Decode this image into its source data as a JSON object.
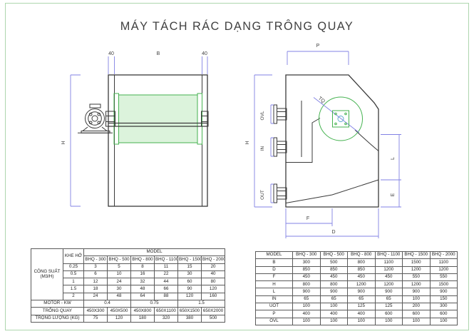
{
  "title": "MÁY TÁCH RÁC DẠNG TRÔNG QUAY",
  "colors": {
    "dimension_blue": "#8282e4",
    "drawing_line": "#3a3a3a",
    "drum_green": "#44b24f",
    "mesh_fill": "#dcf3dc",
    "page_border_green": "#aed6ae"
  },
  "front_view": {
    "dim_left_margin": "40",
    "dim_drum_width": "B",
    "dim_right_margin": "40",
    "dim_height": "H"
  },
  "side_view": {
    "dim_width_top": "P",
    "dim_height": "H",
    "dim_upper_right": "L",
    "dim_lower_right": "E",
    "dim_bottom_front": "F",
    "dim_bottom_total": "D",
    "pipe_overflow": "OVL",
    "pipe_inlet": "IN",
    "pipe_outlet": "OUT",
    "drum_axis_label": "TQ"
  },
  "left_table": {
    "rows": [
      [
        {
          "t": "CÔNG SUẤT\n(M3/H)",
          "rs": 7,
          "cls": "lbl"
        },
        {
          "t": "KHE HỞ",
          "rs": 2
        },
        {
          "t": "MODEL",
          "cs": 6
        }
      ],
      [
        {
          "t": "BHQ - 300"
        },
        {
          "t": "BHQ - 500"
        },
        {
          "t": "BHQ - 800"
        },
        {
          "t": "BHQ - 1100"
        },
        {
          "t": "BHQ - 1500"
        },
        {
          "t": "BHQ - 2000"
        }
      ],
      [
        {
          "t": "0.25"
        },
        {
          "t": "3"
        },
        {
          "t": "5"
        },
        {
          "t": "8"
        },
        {
          "t": "11"
        },
        {
          "t": "15"
        },
        {
          "t": "20"
        }
      ],
      [
        {
          "t": "0.5"
        },
        {
          "t": "6"
        },
        {
          "t": "10"
        },
        {
          "t": "16"
        },
        {
          "t": "22"
        },
        {
          "t": "30"
        },
        {
          "t": "40"
        }
      ],
      [
        {
          "t": "1"
        },
        {
          "t": "12"
        },
        {
          "t": "24"
        },
        {
          "t": "32"
        },
        {
          "t": "44"
        },
        {
          "t": "60"
        },
        {
          "t": "80"
        }
      ],
      [
        {
          "t": "1.5"
        },
        {
          "t": "18"
        },
        {
          "t": "30"
        },
        {
          "t": "48"
        },
        {
          "t": "66"
        },
        {
          "t": "90"
        },
        {
          "t": "120"
        }
      ],
      [
        {
          "t": "2"
        },
        {
          "t": "24"
        },
        {
          "t": "48"
        },
        {
          "t": "64"
        },
        {
          "t": "88"
        },
        {
          "t": "120"
        },
        {
          "t": "160"
        }
      ],
      [
        {
          "t": "MOTOR - KW",
          "cs": 2
        },
        {
          "t": "0.4",
          "cs": 2
        },
        {
          "t": "0.75",
          "cs": 2
        },
        {
          "t": "1.5",
          "cs": 2
        }
      ],
      [
        {
          "t": "TRỐNG QUAY",
          "cs": 2
        },
        {
          "t": "450X300"
        },
        {
          "t": "450X500"
        },
        {
          "t": "450X800"
        },
        {
          "t": "650X1100"
        },
        {
          "t": "650X1500"
        },
        {
          "t": "650X2000"
        }
      ],
      [
        {
          "t": "TRỌNG LƯỢNG (KG)",
          "cs": 2
        },
        {
          "t": "75"
        },
        {
          "t": "120"
        },
        {
          "t": "180"
        },
        {
          "t": "320"
        },
        {
          "t": "380"
        },
        {
          "t": "500"
        }
      ]
    ]
  },
  "right_table": {
    "rows": [
      [
        {
          "t": "MODEL"
        },
        {
          "t": "BHQ - 300"
        },
        {
          "t": "BHQ - 500"
        },
        {
          "t": "BHQ - 800"
        },
        {
          "t": "BHQ - 1100"
        },
        {
          "t": "BHQ - 1500"
        },
        {
          "t": "BHQ - 2000"
        }
      ],
      [
        {
          "t": "B"
        },
        {
          "t": "300"
        },
        {
          "t": "500"
        },
        {
          "t": "800"
        },
        {
          "t": "1100"
        },
        {
          "t": "1500"
        },
        {
          "t": "1100"
        }
      ],
      [
        {
          "t": "D"
        },
        {
          "t": "850"
        },
        {
          "t": "850"
        },
        {
          "t": "850"
        },
        {
          "t": "1200"
        },
        {
          "t": "1200"
        },
        {
          "t": "1200"
        }
      ],
      [
        {
          "t": "F"
        },
        {
          "t": "450"
        },
        {
          "t": "450"
        },
        {
          "t": "450"
        },
        {
          "t": "450"
        },
        {
          "t": "550"
        },
        {
          "t": "550"
        }
      ],
      [
        {
          "t": "H"
        },
        {
          "t": "800"
        },
        {
          "t": "800"
        },
        {
          "t": "1200"
        },
        {
          "t": "1200"
        },
        {
          "t": "1200"
        },
        {
          "t": "1500"
        }
      ],
      [
        {
          "t": "L"
        },
        {
          "t": "900"
        },
        {
          "t": "900"
        },
        {
          "t": "900"
        },
        {
          "t": "900"
        },
        {
          "t": "900"
        },
        {
          "t": "900"
        }
      ],
      [
        {
          "t": "IN"
        },
        {
          "t": "65"
        },
        {
          "t": "65"
        },
        {
          "t": "65"
        },
        {
          "t": "65"
        },
        {
          "t": "100"
        },
        {
          "t": "150"
        }
      ],
      [
        {
          "t": "UOT"
        },
        {
          "t": "100"
        },
        {
          "t": "100"
        },
        {
          "t": "125"
        },
        {
          "t": "125"
        },
        {
          "t": "200"
        },
        {
          "t": "300"
        }
      ],
      [
        {
          "t": "P"
        },
        {
          "t": "400"
        },
        {
          "t": "400"
        },
        {
          "t": "400"
        },
        {
          "t": "600"
        },
        {
          "t": "600"
        },
        {
          "t": "600"
        }
      ],
      [
        {
          "t": "OVL"
        },
        {
          "t": "100"
        },
        {
          "t": "100"
        },
        {
          "t": "100"
        },
        {
          "t": "100"
        },
        {
          "t": "100"
        },
        {
          "t": "100"
        }
      ]
    ]
  }
}
